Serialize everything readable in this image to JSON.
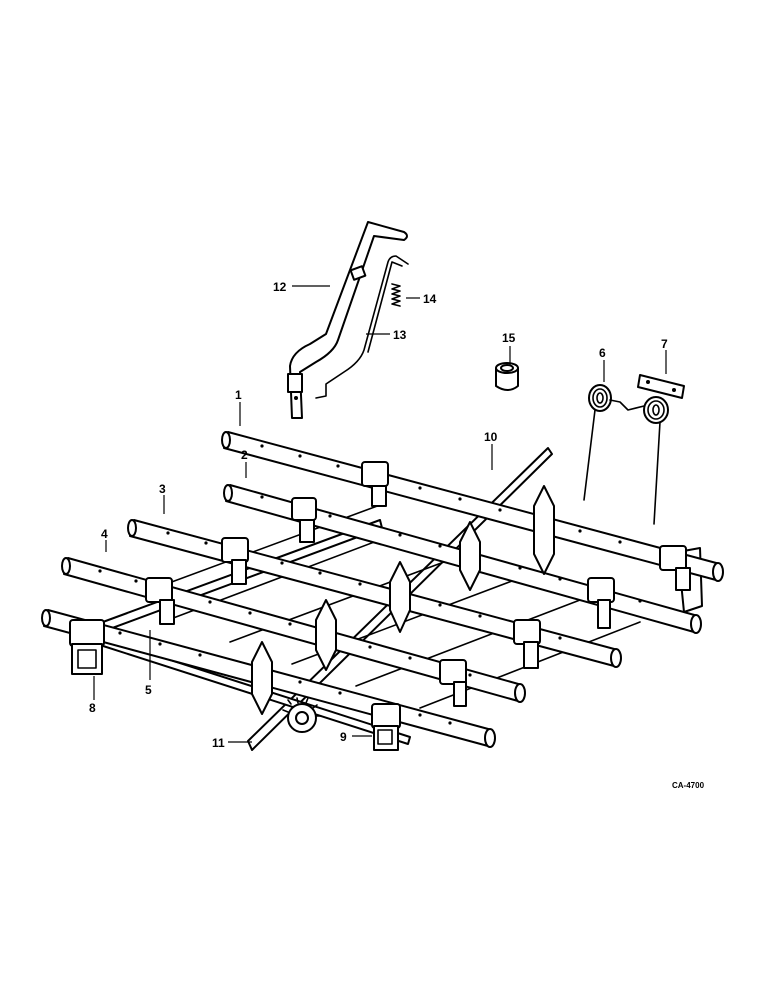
{
  "diagram": {
    "callouts": [
      {
        "id": "1",
        "label": "1"
      },
      {
        "id": "2",
        "label": "2"
      },
      {
        "id": "3",
        "label": "3"
      },
      {
        "id": "4",
        "label": "4"
      },
      {
        "id": "5",
        "label": "5"
      },
      {
        "id": "6",
        "label": "6"
      },
      {
        "id": "7",
        "label": "7"
      },
      {
        "id": "8",
        "label": "8"
      },
      {
        "id": "9",
        "label": "9"
      },
      {
        "id": "10",
        "label": "10"
      },
      {
        "id": "11",
        "label": "11"
      },
      {
        "id": "12",
        "label": "12"
      },
      {
        "id": "13",
        "label": "13"
      },
      {
        "id": "14",
        "label": "14"
      },
      {
        "id": "15",
        "label": "15"
      }
    ],
    "drawing_code": "CA-4700"
  }
}
